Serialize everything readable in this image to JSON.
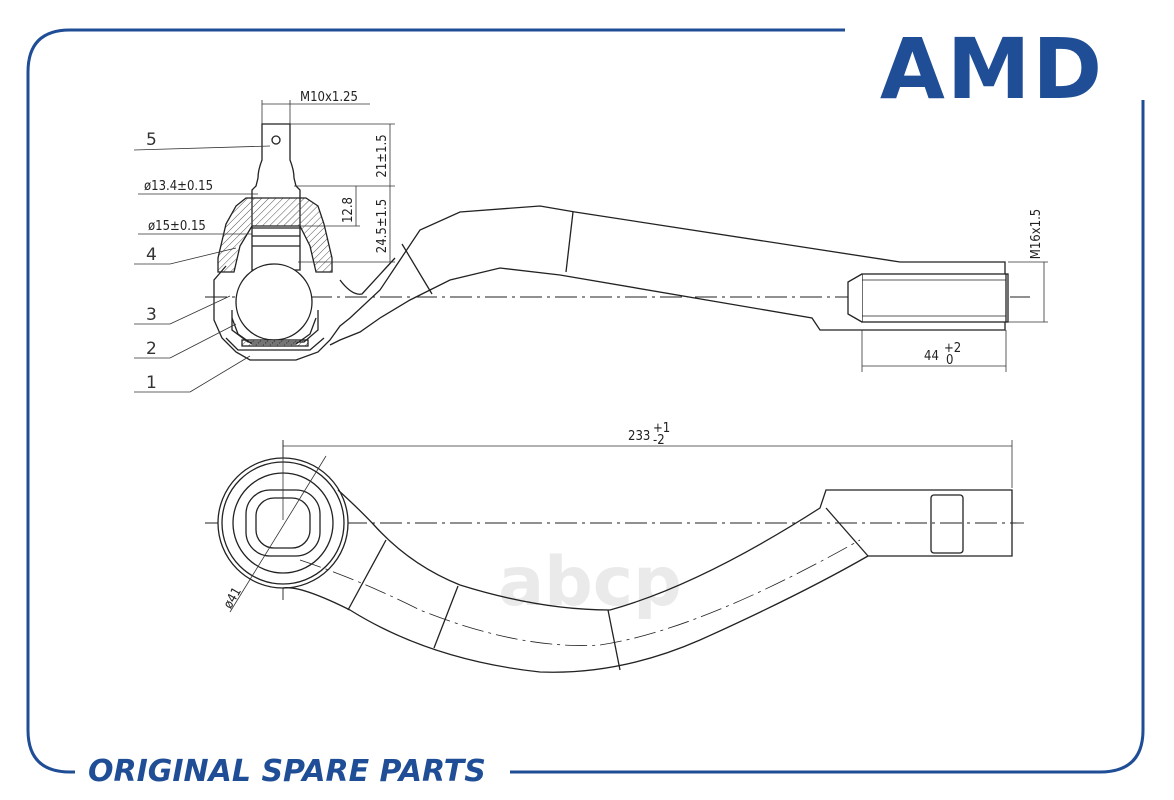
{
  "brand": {
    "logo_text": "AMD",
    "tagline": "ORIGINAL SPARE PARTS",
    "watermark": "abcp",
    "color": "#1f4e96"
  },
  "drawing": {
    "dimensions": {
      "thread_pin": "M10x1.25",
      "len_21": "21±1.5",
      "dia_13": "ø13.4±0.15",
      "len_12": "12.8",
      "dia_15": "ø15±0.15",
      "len_24": "24.5±1.5",
      "thread_end": "M16x1.5",
      "len_44": "44",
      "len_44_upper": "+2",
      "len_44_lower": "0",
      "len_233": "233",
      "len_233_upper": "+1",
      "len_233_lower": "-2",
      "dia_41": "ø41"
    },
    "part_labels": [
      "5",
      "4",
      "3",
      "2",
      "1"
    ]
  }
}
